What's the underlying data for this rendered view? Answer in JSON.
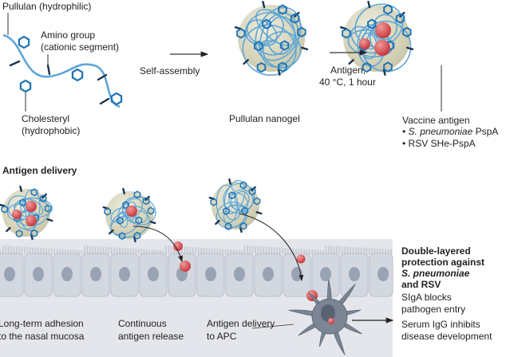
{
  "colors": {
    "strand": "#5ea6d6",
    "hexagon": "#1f74b5",
    "amino": "#1b3550",
    "nanogel_fill": "#d9d7c0",
    "antigen": "#d94b4e",
    "cell": "#d3d7df",
    "nucleus": "#9aa3b3",
    "panel": "#e4e6eb",
    "apc": "#7c8594"
  },
  "top": {
    "pullulan_label": "Pullulan (hydrophilic)",
    "amino_label_1": "Amino group",
    "amino_label_2": "(cationic segment)",
    "cholesteryl_label_1": "Cholesteryl",
    "cholesteryl_label_2": "(hydrophobic)",
    "step1_label": "Self-assembly",
    "nanogel_label": "Pullulan nanogel",
    "step2_label_1": "Antigen,",
    "step2_label_2": "40 °C, 1 hour",
    "vaccine_label": "Vaccine antigen",
    "vaccine_items": [
      {
        "bullet": "•",
        "italic": "S. pneumoniae",
        "rest": " PspA"
      },
      {
        "bullet": "•",
        "italic": "",
        "rest": "RSV SHe-PspA"
      }
    ]
  },
  "bottom": {
    "section_title": "Antigen delivery",
    "stage1_1": "Long-term adhesion",
    "stage1_2": "to the nasal mucosa",
    "stage2_1": "Continuous",
    "stage2_2": "antigen release",
    "stage3_1": "Antigen delivery",
    "stage3_2": "to APC",
    "protection_title_1": "Double-layered",
    "protection_title_2": "protection against",
    "protection_title_3": "S. pneumoniae",
    "protection_title_4": "and RSV",
    "result1_1": "SIgA blocks",
    "result1_2": "pathogen entry",
    "result2_1": "Serum IgG inhibits",
    "result2_2": "disease development"
  }
}
